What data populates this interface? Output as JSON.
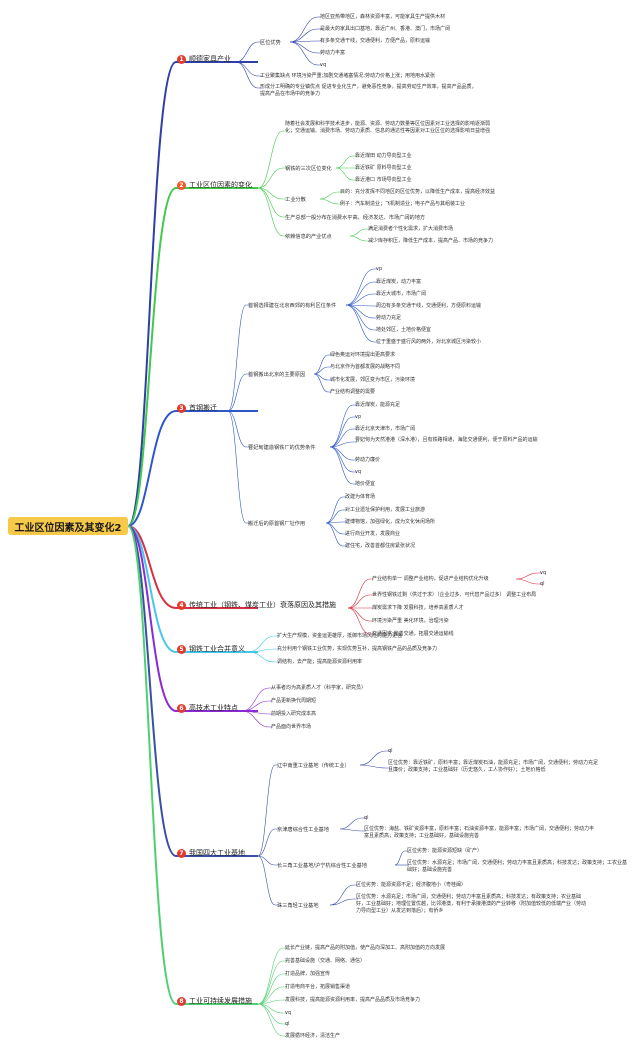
{
  "root": "工业区位因素及其变化2",
  "colors": {
    "b1": "#2e3fa8",
    "b2": "#41c94b",
    "b3": "#2d57c9",
    "b4": "#d83040",
    "b5": "#45c8ea",
    "b6": "#8b2bd3",
    "b7": "#3a4fa8",
    "b8": "#4fcf72",
    "badge": "#e23b2d",
    "badge_alt": "#f1572b"
  },
  "branches": [
    {
      "num": "1",
      "title": "顺德家具产业",
      "subs": [
        {
          "label": "区位优势",
          "items": [
            "地区亚热带地区，森林资源丰富，可能家具生产提供木材",
            "是最大的家具出口基地，靠近广州、香港、澳门，市场广阔",
            "有多条交通干线，交通便利，方便产品，原料运输",
            "劳动力丰富",
            "vq"
          ]
        }
      ],
      "notes": [
        "工业聚集缺点 环境污染严重;加剧交通堵塞情况;劳动力价格上涨；用地用水紧张",
        "形成分工明确的专业镇优点 促进专业化生产，避免恶性竞争，提高劳动生产效率，提高产品品质，提高产品在市场中的竞争力"
      ]
    },
    {
      "num": "2",
      "title": "工业区位因素的变化",
      "notes": [
        "随着社会发展和科学技术进步，能源、资源、劳动力数量等区位因素对工业选择的影响逐渐弱化；交通运输、消费市场、劳动力素质、信息的通达性等因素对工业区位的选择影响日益增强"
      ],
      "subs": [
        {
          "label": "钢铁的三次区位变化",
          "items": [
            "靠近煤田 动力导向型工业",
            "靠近铁矿 原料导向型工业",
            "靠近港口 市场导向型工业"
          ]
        },
        {
          "label": "工业分散",
          "items": [
            "目的：充分发挥不同地区的区位优势，以降低生产成本，提高经济效益",
            "例子：汽车制造业；飞机制造业；电子产品与其组装工业"
          ]
        },
        {
          "label": "生产总部一般分布在消费水平高、经济发达、市场广阔的地方",
          "items": []
        },
        {
          "label": "依赖信息的产业优点",
          "items": [
            "满足消费者个性化需求，扩大消费市场",
            "减少库存积压，降低生产成本，提高产品、市场的竞争力"
          ]
        }
      ]
    },
    {
      "num": "3",
      "title": "首钢搬迁",
      "subs": [
        {
          "label": "首钢选择建在北京西郊的有利区位条件",
          "items": [
            "vp",
            "靠近煤炭，动力丰富",
            "靠近大城市，市场广阔",
            "周边有多条交通干线，交通便利，方便原料运输",
            "劳动力充足",
            "地处郊区，土地价格便宜",
            "位于重盛于盛行风的两外，对北京城区污染较小"
          ]
        },
        {
          "label": "首钢搬出北京的主要原因",
          "items": [
            "绿色奥运对环境提出更高要求",
            "与北京作为首都发展的战略不同",
            "城市化发展，郊区变为市区，污染环境",
            "产业结构调整的需要"
          ]
        },
        {
          "label": "曹妃甸建造钢铁厂的优势条件",
          "items": [
            "靠近煤炭，能源充足",
            "vp",
            "靠近北京天津市，市场广阔",
            "曹妃甸为天然港港（深水港），且有铁路相通，海陆交通便利，便于原料产品的运输",
            "劳动力廉价",
            "vq",
            "地价便宜"
          ]
        },
        {
          "label": "搬迁后的原首钢厂址作用",
          "items": [
            "改建为体育场",
            "对工业遗址保护利用，发展工业旅游",
            "建博物馆，加强绿化，成为文化休闲场所",
            "进行商业开发，发展商业",
            "建住宅，改善首都住房紧张状况"
          ]
        }
      ]
    },
    {
      "num": "4",
      "title": "传统工业（钢铁、煤炭工业）衰落原因及其措施",
      "subs": [
        {
          "label": "",
          "items": [
            "产业结构单一 调整产业结构，促进产业结构优化升级",
            "vq",
            "ql",
            "世界性钢铁过剩（供过于求）（企业过多、可代替产品过多） 调整工业布局",
            "煤炭需求下降 发展科技，培养高素质人才",
            "环境污染严重 美化环境，治理污染",
            "交通困惑 完善交通，拓展交通运输线"
          ]
        }
      ]
    },
    {
      "num": "5",
      "title": "钢铁工业合并意义",
      "subs": [
        {
          "label": "",
          "items": [
            "扩大生产规模，资金运更雄厚，抵御市场风险的能力更强",
            "充分利用个钢铁工业优势，实现优势互补，提高钢铁产品的品质及竞争力",
            "调结构，去产能；提高能源资源利用率"
          ]
        }
      ]
    },
    {
      "num": "6",
      "title": "高技术工业特点",
      "subs": [
        {
          "label": "",
          "items": [
            "从事者均为高素质人才（科学家，研究员）",
            "产品更新换代周期短",
            "前期投入研究成本高",
            "产品面向世界市场"
          ]
        }
      ]
    },
    {
      "num": "7",
      "title": "我国四大工业基地",
      "subs": [
        {
          "label": "辽中南重工业基地（传统工业）",
          "items": [
            "ql",
            "区位优势：靠近铁矿，原料丰富；靠近煤炭石油，能源充足；市场广阔，交通便利；劳动力充足且廉价；政策支持；工业基础好（历史悠久，工人协作好）；土地价格低"
          ]
        },
        {
          "label": "京津唐综合性工业基地",
          "items": [
            "ql",
            "区位优势：海盐、铁矿资源丰富，原料丰富；石油资源丰富，能源丰富；市场广阔，交通便利；劳动力丰富且素质高；政策支持；工业基础好，基础设施完善"
          ]
        },
        {
          "label": "长三角工业基地/沪宁杭综合性工业基地",
          "items": [
            "区位劣势：能源资源短缺（矿产）",
            "区位优势：水源充足；市场广阔，交通便利；劳动力丰富且素质高；科技发达；政策支持；工农业基础好；基础设施完善"
          ]
        },
        {
          "label": "珠三角轻工业基地",
          "items": [
            "区位劣势：能源资源不足；经济腹地小（粤桂闽）",
            "区位优势：水源充足；市场广阔，交通便利；劳动力丰富且素质高；科技发达；有政策支持；农业基础好，工业基础好；地理位置优越，比邻港澳，有利于承接港澳的产业转移（附加值较低的低端产业（劳动力导向型工业）从发达到落后）；有侨乡"
          ]
        }
      ]
    },
    {
      "num": "8",
      "title": "工业可持续发展措施",
      "subs": [
        {
          "label": "",
          "items": [
            "延长产业链，提高产品的附加值，使产品向深加工、高附加值的方向发展",
            "完善基础设施（交通、网络、通信）",
            "打造品牌，加强宣传",
            "打造电商平台，拓展销售渠道",
            "发展科技，提高能源资源利用率，提高产品品质及市场竞争力",
            "vq",
            "ql",
            "发展循环经济，清洁生产"
          ]
        }
      ]
    }
  ]
}
